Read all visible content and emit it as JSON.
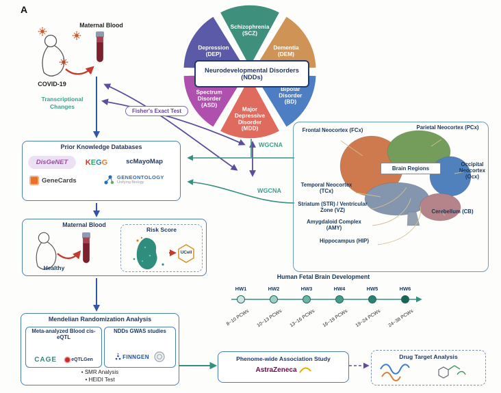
{
  "panel_label": "A",
  "covid_group": {
    "maternal_blood": "Maternal Blood",
    "covid": "COVID-19",
    "transcriptional_changes": "Transcriptional Changes",
    "fisher_test": "Fisher's Exact Test"
  },
  "ndd_wheel": {
    "center_label_line1": "Neurodevelopmental Disorders",
    "center_label_line2": "(NDDs)",
    "segments": [
      {
        "name": "Schizophrenia (SCZ)",
        "lines": [
          "Schizophrenia",
          "(SCZ)"
        ],
        "color": "#3f8f7d"
      },
      {
        "name": "Dementia (DEM)",
        "lines": [
          "Dementia",
          "(DEM)"
        ],
        "color": "#cf9455"
      },
      {
        "name": "Bipolar Disorder (BD)",
        "lines": [
          "Bipolar",
          "Disorder",
          "(BD)"
        ],
        "color": "#4d7ec4"
      },
      {
        "name": "Major Depressive Disorder (MDD)",
        "lines": [
          "Major",
          "Depressive",
          "Disorder",
          "(MDD)"
        ],
        "color": "#df6a5e"
      },
      {
        "name": "Autism Spectrum Disorder (ASD)",
        "lines": [
          "Autism",
          "Spectrum",
          "Disorder",
          "(ASD)"
        ],
        "color": "#b050ae"
      },
      {
        "name": "Depression (DEP)",
        "lines": [
          "Depression",
          "(DEP)"
        ],
        "color": "#5a5aa8"
      }
    ]
  },
  "wgcna": {
    "top": "WGCNA",
    "bottom": "WGCNA"
  },
  "brain": {
    "center_label": "Brain Regions",
    "regions": [
      "Frontal Neocortex (FCx)",
      "Parietal Neocortex (PCx)",
      "Occipital Neocortex (Ocx)",
      "Temporal Neocortex (TCx)",
      "Striatum (STR) / Ventricular Zone (VZ)",
      "Amygdaloid Complex (AMY)",
      "Hippocampus (HIP)",
      "Cerebellum (CB)"
    ]
  },
  "databases": {
    "title": "Prior Knowledge Databases",
    "disgenet": "DisGeNET",
    "kegg": "KEGG",
    "scmayomap": "scMayoMap",
    "genecards": "GeneCards",
    "geneontology": "GENEONTOLOGY",
    "geneontology_sub": "Unifying Biology"
  },
  "healthy_group": {
    "title": "Maternal Blood",
    "healthy": "Healthy",
    "risk_score": "Risk Score",
    "ucell": "UCell"
  },
  "timeline": {
    "title": "Human Fetal Brain Development",
    "stages": [
      {
        "hw": "HW1",
        "pcw": "8~10 PCWs",
        "color": "#cfe6e0"
      },
      {
        "hw": "HW2",
        "pcw": "10~13 PCWs",
        "color": "#9fcfc4"
      },
      {
        "hw": "HW3",
        "pcw": "13~16 PCWs",
        "color": "#6db3a4"
      },
      {
        "hw": "HW4",
        "pcw": "16~19 PCWs",
        "color": "#459a88"
      },
      {
        "hw": "HW5",
        "pcw": "19~24 PCWs",
        "color": "#2b8170"
      },
      {
        "hw": "HW6",
        "pcw": "24~38 PCWs",
        "color": "#176354"
      }
    ]
  },
  "mr": {
    "title": "Mendelian Randomization Analysis",
    "eqtl_title": "Meta-analyzed Blood cis-eQTL",
    "cage": "CAGE",
    "eqtlgen": "eQTLGen",
    "gwas_title": "NDDs GWAS studies",
    "finngen": "FINNGEN",
    "bullets": [
      "SMR Analysis",
      "HEIDI Test"
    ]
  },
  "phewas": {
    "title": "Phenome-wide Association Study",
    "logo": "AstraZeneca"
  },
  "drug": {
    "title": "Drug Target Analysis"
  }
}
